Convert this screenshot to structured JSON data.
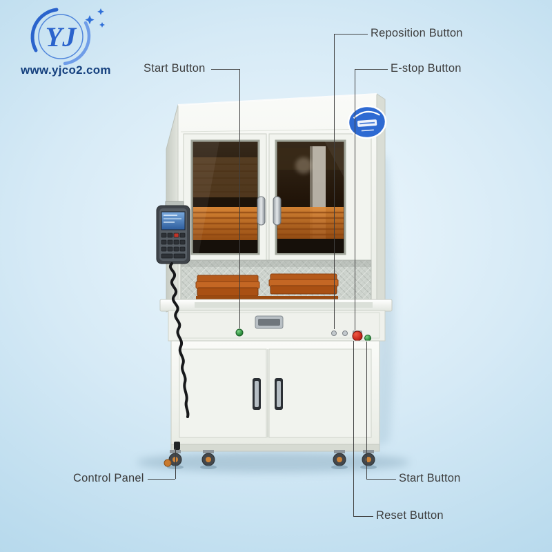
{
  "logo": {
    "monogram": "YJ",
    "website": "www.yjco2.com"
  },
  "annotations": [
    {
      "id": "reposition-button",
      "label": "Reposition Button"
    },
    {
      "id": "start-button-top",
      "label": "Start Button"
    },
    {
      "id": "e-stop-button",
      "label": "E-stop Button"
    },
    {
      "id": "control-panel",
      "label": "Control Panel"
    },
    {
      "id": "start-button-bottom",
      "label": "Start Button"
    },
    {
      "id": "reset-button",
      "label": "Reset Button"
    }
  ],
  "colors": {
    "background_blue": "#aed4ea",
    "label_text": "#3c3c3c",
    "leader_line": "#3f3f3f",
    "logo_blue": "#2a63cc",
    "website_navy": "#15407e",
    "estop_red": "#c8281e",
    "start_green": "#2f9040",
    "machine_white": "#eff1ec",
    "sticker_blue": "#2e6ad2",
    "copper_orange": "#b55a1b"
  }
}
